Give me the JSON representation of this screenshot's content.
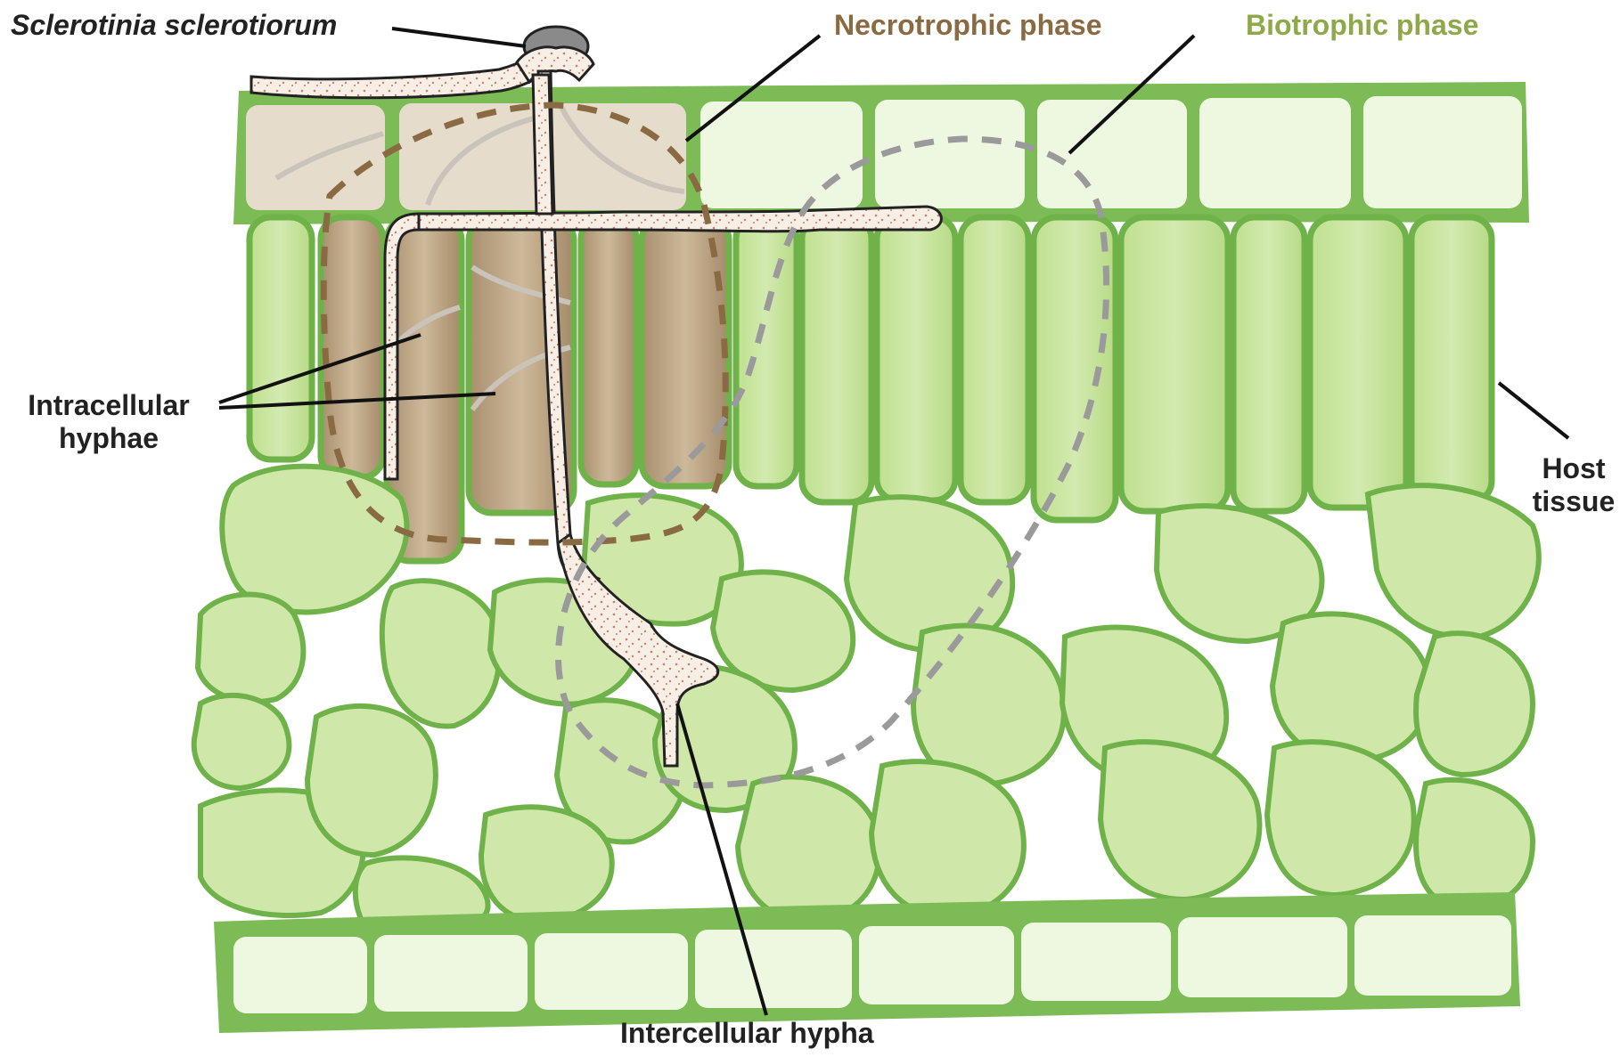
{
  "labels": {
    "organism": "Sclerotinia sclerotiorum",
    "necrotrophic": "Necrotrophic phase",
    "biotrophic": "Biotrophic phase",
    "intracellular_line1": "Intracellular",
    "intracellular_line2": "hyphae",
    "host_line1": "Host",
    "host_line2": "tissue",
    "intercellular": "Intercellular hypha"
  },
  "colors": {
    "cell_fill": "#cfe8a9",
    "cell_fill_light": "#e9f4d6",
    "cell_stroke": "#6fb24a",
    "necrotic_fill": "#bfa98a",
    "necrotic_top": "#e6dccb",
    "hypha_fill": "#f7efe6",
    "hypha_dot": "#c87f6a",
    "necrotrophic_dash": "#8a6a42",
    "biotrophic_dash": "#9a9a9a",
    "necrotrophic_text": "#8a6a42",
    "biotrophic_text": "#8fa84a",
    "leader": "#111111"
  }
}
